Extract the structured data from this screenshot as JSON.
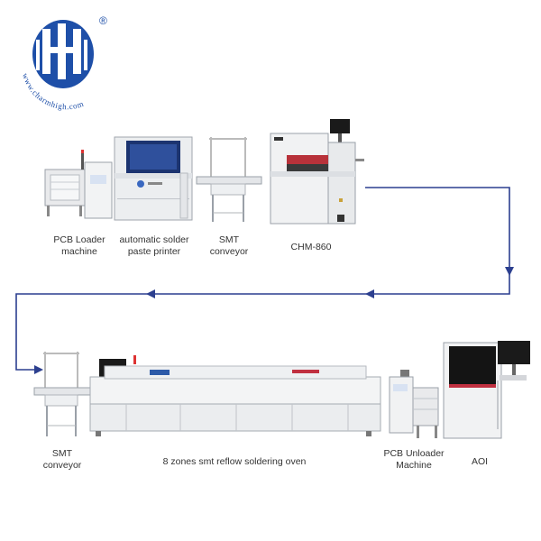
{
  "brand": {
    "url_text": "www.charmhigh.com",
    "registered_mark": "®",
    "color": "#1e4fa8"
  },
  "flow_color": "#2c3f8f",
  "machines": {
    "pcb_loader": {
      "line1": "PCB Loader",
      "line2": "machine"
    },
    "solder_printer": {
      "line1": "automatic solder",
      "line2": "paste printer"
    },
    "smt_conveyor_top": {
      "line1": "SMT",
      "line2": "conveyor"
    },
    "pick_place": {
      "line1": "CHM-860"
    },
    "smt_conveyor_bottom": {
      "line1": "SMT",
      "line2": "conveyor"
    },
    "reflow_oven": {
      "line1": "8 zones smt reflow soldering oven"
    },
    "pcb_unloader": {
      "line1": "PCB Unloader",
      "line2": "Machine"
    },
    "aoi": {
      "line1": "AOI"
    }
  }
}
